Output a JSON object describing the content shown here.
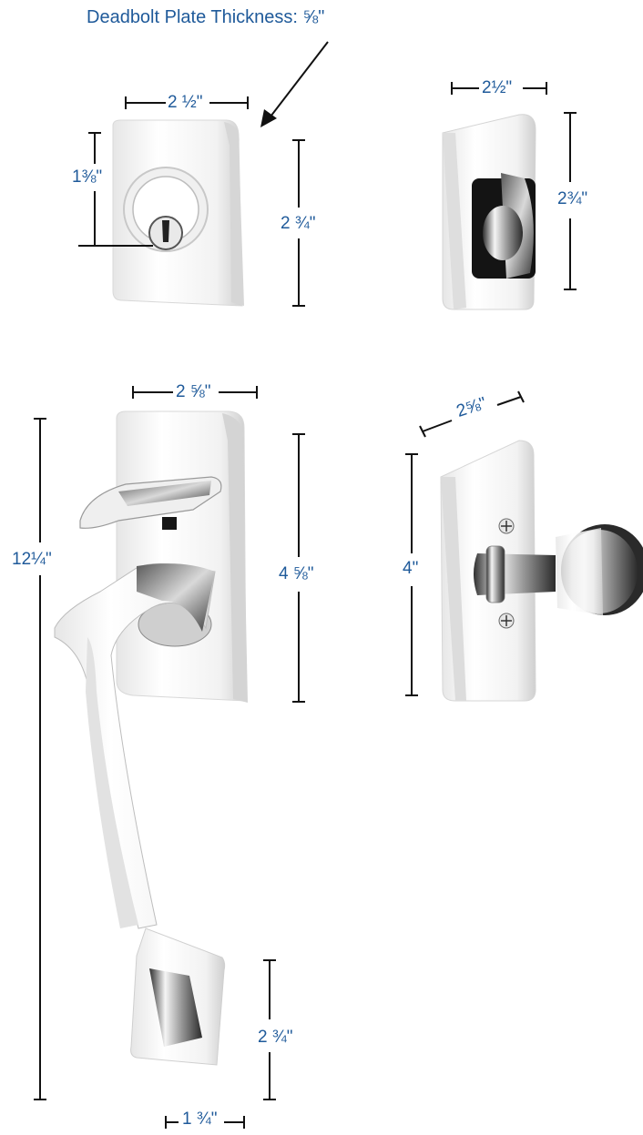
{
  "title": "Deadbolt Plate Thickness: ⅝\"",
  "colors": {
    "dimension_text": "#1f5a9a",
    "dimension_line": "#111111",
    "chrome_dark": "#2a2a2a",
    "chrome_light": "#f4f4f4"
  },
  "deadbolt_exterior": {
    "width": "2 ½\"",
    "height": "2 ¾\"",
    "keyway_height": "1⅜\""
  },
  "deadbolt_interior": {
    "width": "2½\"",
    "height": "2¾\""
  },
  "handleset_plate": {
    "width": "2 ⅝\"",
    "height": "4 ⅝\""
  },
  "handleset_overall": {
    "height": "12¼\""
  },
  "interior_knob": {
    "width": "2⅝\"",
    "height": "4\""
  },
  "handle_base": {
    "width": "1 ¾\"",
    "height": "2 ¾\""
  }
}
